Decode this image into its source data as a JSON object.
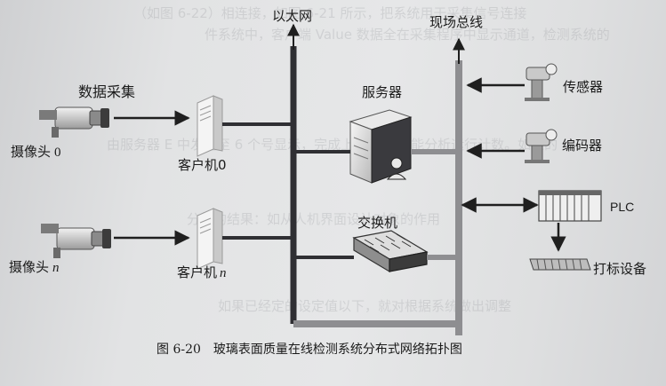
{
  "diagram": {
    "ethernet_label": "以太网",
    "fieldbus_label": "现场总线",
    "data_acquisition_label": "数据采集",
    "server_label": "服务器",
    "switch_label": "交换机",
    "camera0_label": "摄像头",
    "camera0_index": "0",
    "cameran_label": "摄像头",
    "cameran_index": "n",
    "client0_label": "客户机0",
    "clientn_label": "客户机",
    "clientn_index": "n",
    "sensor_label": "传感器",
    "encoder_label": "编码器",
    "plc_label": "PLC",
    "marking_label": "打标设备"
  },
  "caption": {
    "number": "图 6-20",
    "text": "玻璃表面质量在线检测系统分布式网络拓扑图"
  },
  "colors": {
    "ethernet_bus": "#2f2f33",
    "fieldbus": "#8e8e91",
    "text": "#1b1b1b"
  }
}
